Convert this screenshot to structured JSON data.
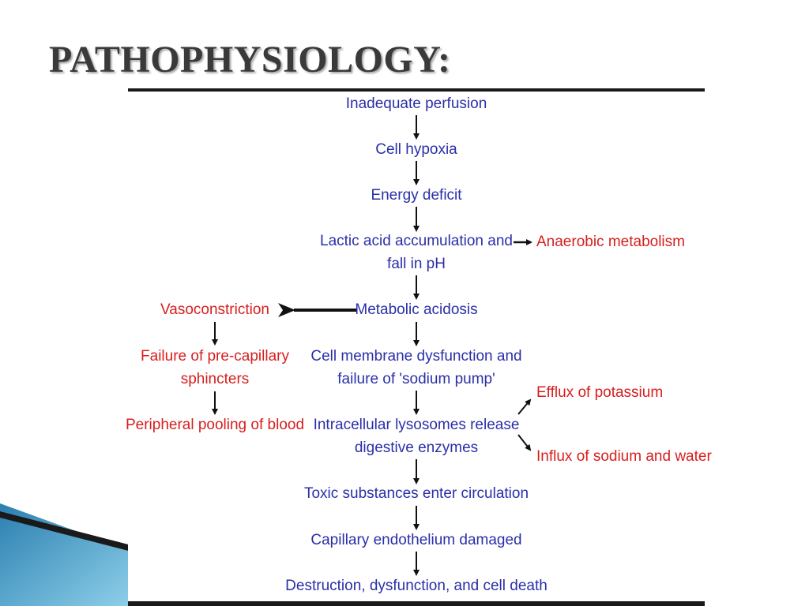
{
  "slide": {
    "title": "PATHOPHYSIOLOGY:",
    "colors": {
      "main_chain": "#2a2fa8",
      "side_effects": "#d81e1e",
      "title": "#3a3a3a"
    }
  },
  "flowchart": {
    "main": [
      "Inadequate perfusion",
      "Cell hypoxia",
      "Energy deficit",
      "Lactic acid accumulation and",
      "fall in pH",
      "Metabolic acidosis",
      "Cell membrane dysfunction and",
      "failure of 'sodium pump'",
      "Intracellular lysosomes release",
      "digestive enzymes",
      "Toxic substances enter circulation",
      "Capillary endothelium damaged",
      "Destruction, dysfunction, and cell death"
    ],
    "right": [
      "Anaerobic metabolism",
      "Efflux of potassium",
      "Influx of sodium and water"
    ],
    "left": [
      "Vasoconstriction",
      "Failure of pre-capillary",
      "sphincters",
      "Peripheral pooling of blood"
    ]
  }
}
